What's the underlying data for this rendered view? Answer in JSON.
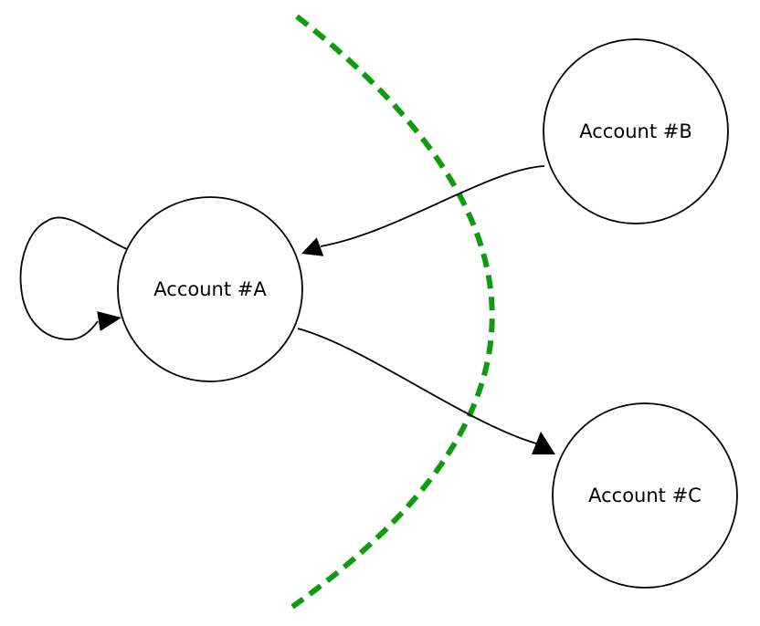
{
  "diagram": {
    "kind": "account-transfer-graph",
    "colors": {
      "background": "#ffffff",
      "boundary": "#0f9b0f",
      "edge": "#000000",
      "node_outline": "#000000",
      "label_text": "#000000"
    },
    "boundary": {
      "style": "dashed",
      "description": "green dashed curve separating left and right regions"
    },
    "nodes": [
      {
        "id": "account-a",
        "label": "Account #A"
      },
      {
        "id": "account-b",
        "label": "Account #B"
      },
      {
        "id": "account-c",
        "label": "Account #C"
      }
    ],
    "edges": [
      {
        "from": "account-a",
        "to": "account-a",
        "type": "self-loop"
      },
      {
        "from": "account-b",
        "to": "account-a",
        "type": "curved-arrow"
      },
      {
        "from": "account-a",
        "to": "account-c",
        "type": "curved-arrow"
      }
    ]
  }
}
